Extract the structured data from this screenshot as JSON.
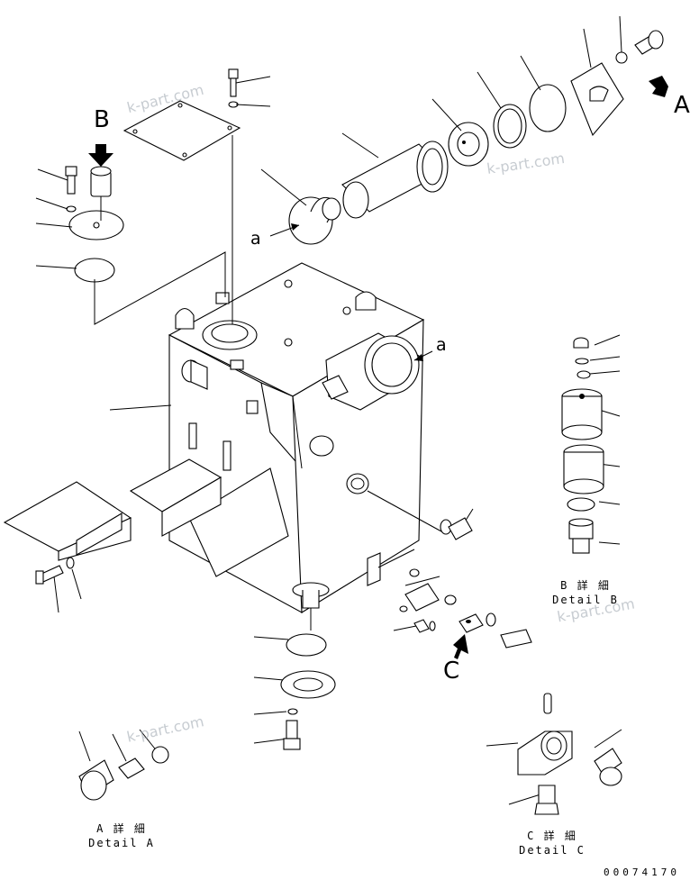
{
  "callouts": {
    "A": "A",
    "B": "B",
    "C": "C",
    "a_top": "a",
    "a_right": "a"
  },
  "details": {
    "detail_a_jp": "A 詳 細",
    "detail_a_en": "Detail A",
    "detail_b_jp": "B 詳 細",
    "detail_b_en": "Detail B",
    "detail_c_jp": "C 詳 細",
    "detail_c_en": "Detail C"
  },
  "drawing_number": "00074170",
  "watermarks": [
    "k-part.com",
    "k-part.com",
    "k-part.com",
    "k-part.com"
  ],
  "colors": {
    "line": "#000000",
    "watermark": "#9aa3ad",
    "background": "#ffffff"
  }
}
